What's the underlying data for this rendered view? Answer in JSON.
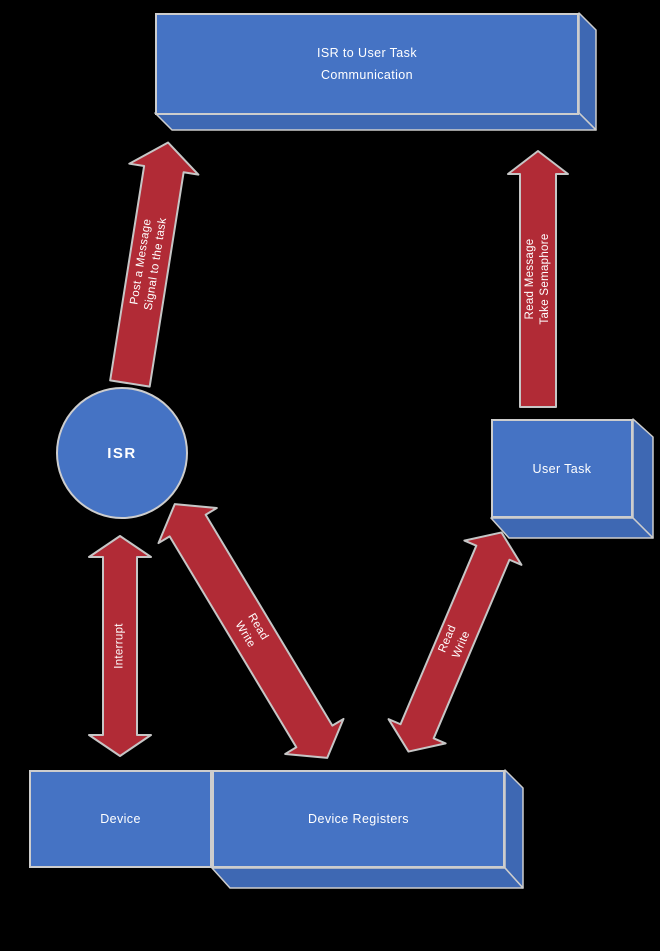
{
  "background": "#000000",
  "colors": {
    "background": "#000000",
    "box_fill": "#4573C4",
    "box_side": "#3E68B3",
    "box_border": "#CDCDCD",
    "arrow_fill": "#B12B36",
    "arrow_border": "#C6C6C6",
    "label_text": "#FFFFFF"
  },
  "nodes": {
    "title_box": {
      "line1": "ISR to User Task",
      "line2": "Communication"
    },
    "isr": {
      "label": "ISR"
    },
    "user_task": {
      "label": "User Task"
    },
    "device": {
      "label": "Device"
    },
    "device_registers": {
      "label": "Device Registers"
    }
  },
  "arrows": {
    "post_message": {
      "line1": "Post a Message",
      "line2": "Signal to the task",
      "from": "ISR",
      "to": "ISR to User Task Communication",
      "heads": "single"
    },
    "read_message": {
      "line1": "Read Message",
      "line2": "Take Semaphore",
      "from": "User Task",
      "to": "ISR to User Task Communication",
      "heads": "single"
    },
    "interrupt": {
      "label": "Interrupt",
      "from": "Device",
      "to": "ISR",
      "heads": "double"
    },
    "read_write_left": {
      "line1": "Read",
      "line2": "Write",
      "from": "ISR",
      "to": "Device Registers",
      "heads": "double"
    },
    "read_write_right": {
      "line1": "Read",
      "line2": "Write",
      "from": "Device Registers",
      "to": "User Task",
      "heads": "double"
    }
  }
}
